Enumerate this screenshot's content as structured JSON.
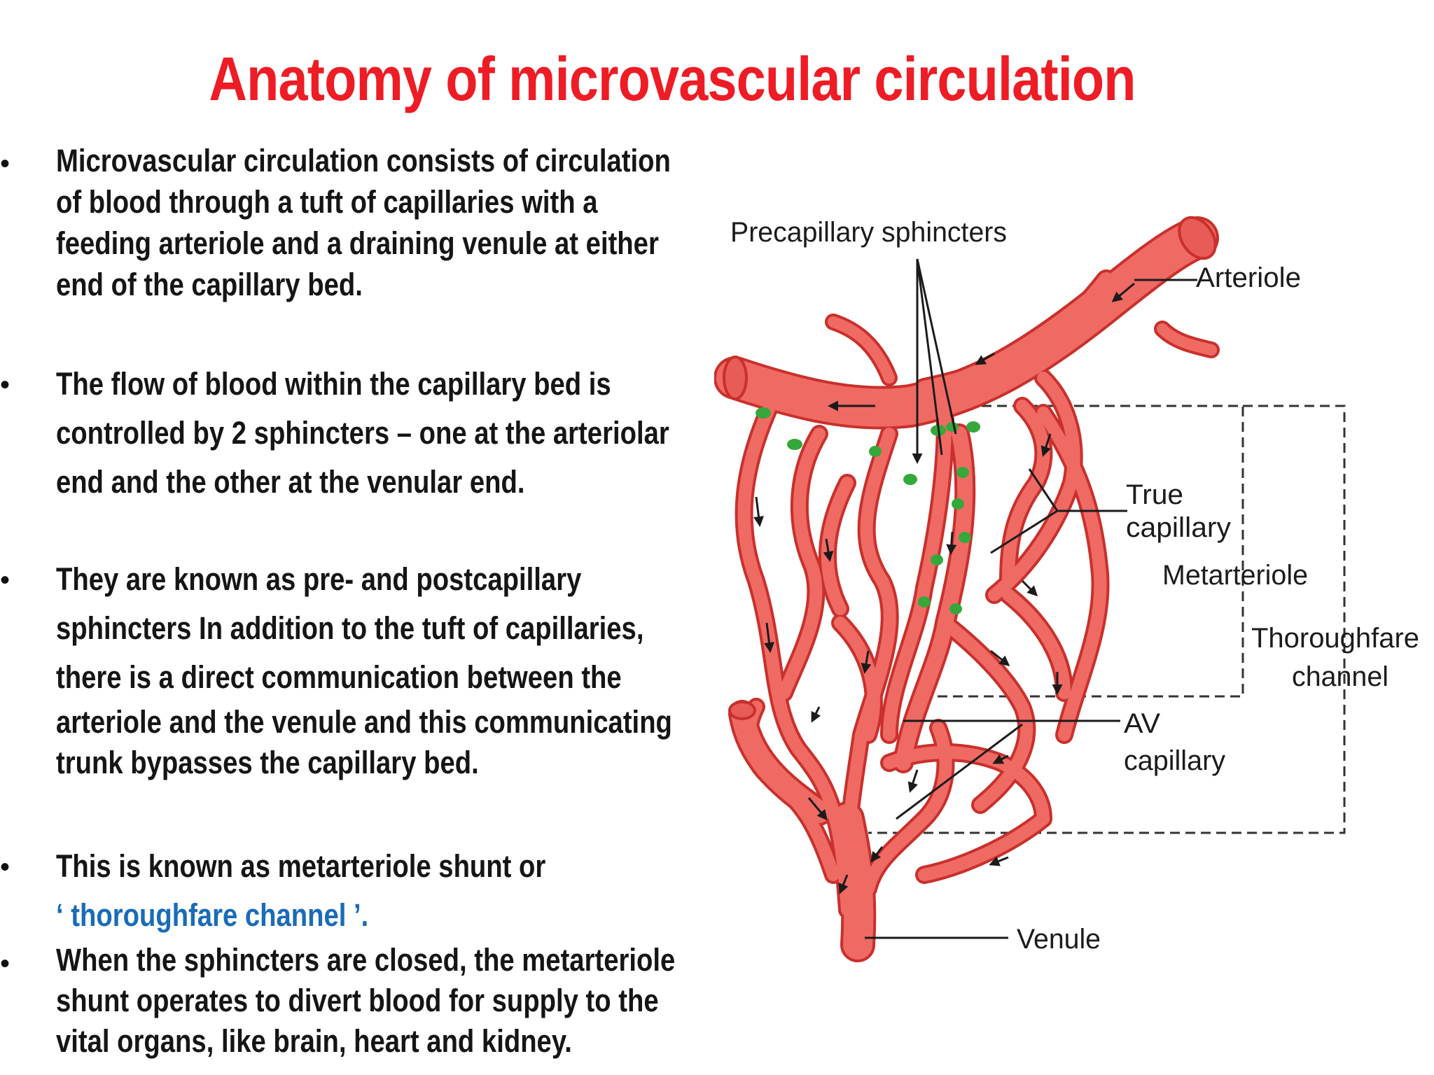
{
  "slide": {
    "title": "Anatomy of microvascular  circulation",
    "bullets": [
      {
        "marker": "•",
        "lines": [
          "Microvascular circulation consists of circulation",
          "of  blood through a tuft of capillaries with a",
          "feeding  arteriole and a draining venule at either",
          "end of the capillary bed."
        ]
      },
      {
        "marker": "•",
        "lines": [
          " The flow of blood within the capillary bed is",
          " controlled by 2 sphincters – one at the arteriolar",
          "end and the other at the venular end."
        ]
      },
      {
        "marker": "•",
        "lines": [
          "They are known as pre- and postcapillary",
          "sphincters In addition to the tuft of capillaries,",
          " there is a direct communication  between the",
          "arteriole and the venule and this communicating",
          "trunk bypasses the capillary bed."
        ]
      },
      {
        "marker": "•",
        "lines": [
          "This is known as metarteriole shunt or"
        ],
        "highlight": "‘ thoroughfare channel  ’."
      },
      {
        "marker": "•",
        "lines": [
          " When the sphincters are  closed, the metarteriole",
          "shunt operates to divert blood for supply to the",
          "vital organs, like brain,  heart and kidney."
        ]
      }
    ]
  },
  "diagram": {
    "labels": {
      "precapillary": "Precapillary sphincters",
      "arteriole": "Arteriole",
      "true_capillary_1": "True",
      "true_capillary_2": "capillary",
      "metarteriole": "Metarteriole",
      "thoroughfare_1": "Thoroughfare",
      "thoroughfare_2": "channel",
      "av_1": "AV",
      "av_2": "capillary",
      "venule": "Venule"
    }
  },
  "colors": {
    "title": "#ee1c24",
    "text": "#151515",
    "highlight": "#1a6bb8",
    "vessel_fill": "#f06a64",
    "vessel_edge": "#c9302c",
    "sphincter": "#35a83a"
  }
}
